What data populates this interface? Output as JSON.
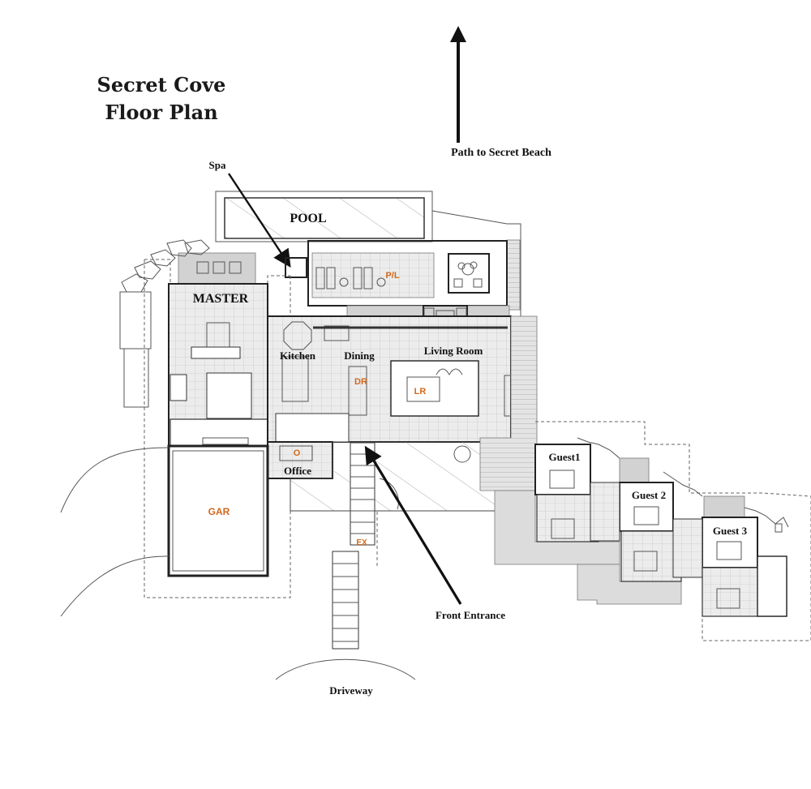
{
  "title": {
    "line1": "Secret Cove",
    "line2": "Floor Plan"
  },
  "callouts": {
    "path_to_beach": "Path to Secret Beach",
    "spa": "Spa",
    "front_entrance": "Front Entrance",
    "driveway": "Driveway"
  },
  "rooms": {
    "pool": "POOL",
    "master": "MASTER",
    "kitchen": "Kitchen",
    "dining": "Dining",
    "living_room": "Living Room",
    "office": "Office",
    "guest1": "Guest1",
    "guest2": "Guest 2",
    "guest3": "Guest 3"
  },
  "codes": {
    "pl": "P/L",
    "dr": "DR",
    "lr": "LR",
    "o": "O",
    "gar": "GAR",
    "ex": "EX"
  },
  "colors": {
    "code_orange": "#d2691e",
    "ink": "#111111"
  }
}
